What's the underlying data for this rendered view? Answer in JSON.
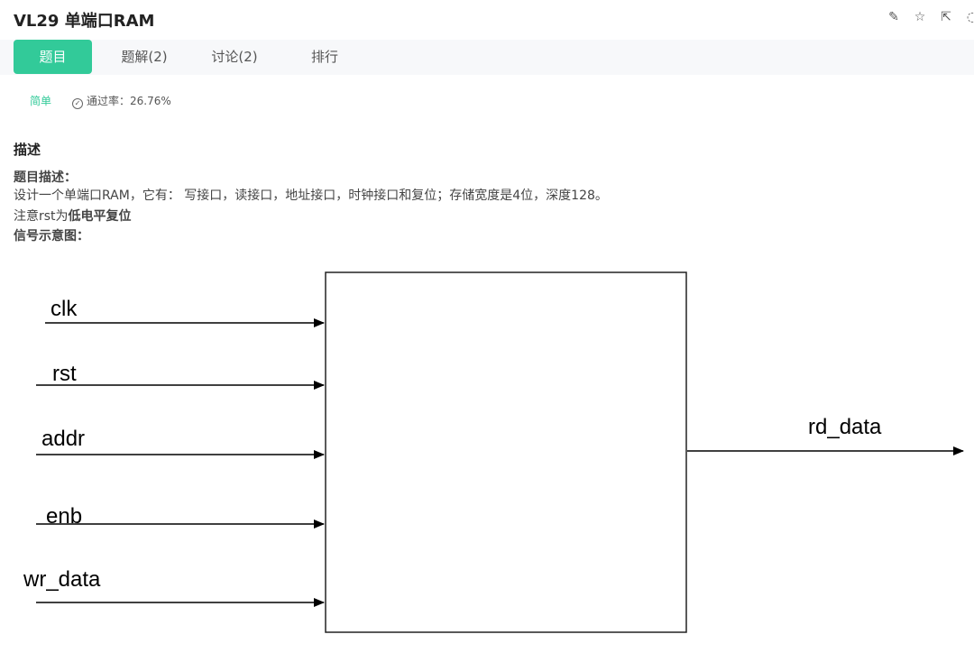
{
  "header": {
    "title": "VL29  单端口RAM",
    "icons": [
      "edit-icon",
      "star-icon",
      "share-icon",
      "more-icon"
    ]
  },
  "tabs": [
    {
      "label": "题目",
      "active": true
    },
    {
      "label": "题解(2)",
      "active": false
    },
    {
      "label": "讨论(2)",
      "active": false
    },
    {
      "label": "排行",
      "active": false
    }
  ],
  "meta": {
    "difficulty": "简单",
    "pass_rate": "通过率：26.76%"
  },
  "content": {
    "section_title": "描述",
    "desc_heading": "题目描述：",
    "desc_line1": "设计一个单端口RAM，它有： 写接口，读接口，地址接口，时钟接口和复位；存储宽度是4位，深度128。",
    "desc_line2_prefix": "注意rst为",
    "desc_line2_bold": "低电平复位",
    "signal_heading": "信号示意图："
  },
  "diagram": {
    "inputs": [
      "clk",
      "rst",
      "addr",
      "enb",
      "wr_data"
    ],
    "output": "rd_data"
  },
  "colors": {
    "accent": "#32ca99",
    "tabbar_bg": "#f7f8fa"
  }
}
